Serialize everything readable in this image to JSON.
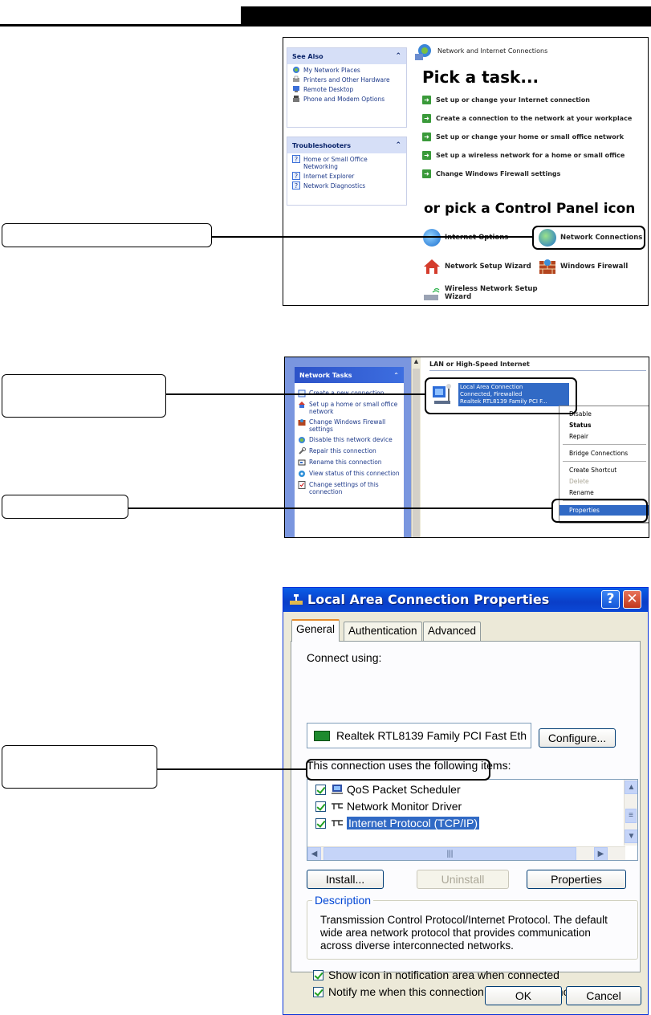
{
  "control_panel": {
    "see_also": {
      "title": "See Also",
      "items": [
        "My Network Places",
        "Printers and Other Hardware",
        "Remote Desktop",
        "Phone and Modem Options"
      ]
    },
    "troubleshooters": {
      "title": "Troubleshooters",
      "items": [
        "Home or Small Office Networking",
        "Internet Explorer",
        "Network Diagnostics"
      ]
    },
    "category_title": "Network and Internet Connections",
    "pick_task": "Pick a task...",
    "tasks": [
      "Set up or change your Internet connection",
      "Create a connection to the network at your workplace",
      "Set up or change your home or small office network",
      "Set up a wireless network for a home or small office",
      "Change Windows Firewall settings"
    ],
    "pick_icon": "or pick a Control Panel icon",
    "icons": {
      "internet_options": "Internet Options",
      "network_connections": "Network Connections",
      "network_setup_wizard": "Network Setup Wizard",
      "windows_firewall": "Windows Firewall",
      "wireless_setup": "Wireless Network Setup Wizard"
    }
  },
  "network_connections": {
    "tasks_title": "Network Tasks",
    "tasks": [
      "Create a new connection",
      "Set up a home or small office network",
      "Change Windows Firewall settings",
      "Disable this network device",
      "Repair this connection",
      "Rename this connection",
      "View status of this connection",
      "Change settings of this connection"
    ],
    "group_header": "LAN or High-Speed Internet",
    "connection": {
      "name": "Local Area Connection",
      "status": "Connected, Firewalled",
      "device": "Realtek RTL8139 Family PCI F..."
    },
    "context_menu": [
      "Disable",
      "Status",
      "Repair",
      "Bridge Connections",
      "Create Shortcut",
      "Delete",
      "Rename",
      "Properties"
    ]
  },
  "dialog": {
    "title": "Local Area Connection Properties",
    "help_glyph": "?",
    "close_glyph": "✕",
    "tabs": [
      "General",
      "Authentication",
      "Advanced"
    ],
    "connect_using_label": "Connect using:",
    "adapter": "Realtek RTL8139 Family PCI Fast Eth",
    "configure_button": "Configure...",
    "items_label": "This connection uses the following items:",
    "items": [
      "QoS Packet Scheduler",
      "Network Monitor Driver",
      "Internet Protocol (TCP/IP)"
    ],
    "install_button": "Install...",
    "uninstall_button": "Uninstall",
    "properties_button": "Properties",
    "description_legend": "Description",
    "description_text": "Transmission Control Protocol/Internet Protocol. The default wide area network protocol that provides communication across diverse interconnected networks.",
    "show_icon_checkbox": "Show icon in notification area when connected",
    "notify_checkbox": "Notify me when this connection has limited or no connectivity",
    "ok_button": "OK",
    "cancel_button": "Cancel"
  }
}
